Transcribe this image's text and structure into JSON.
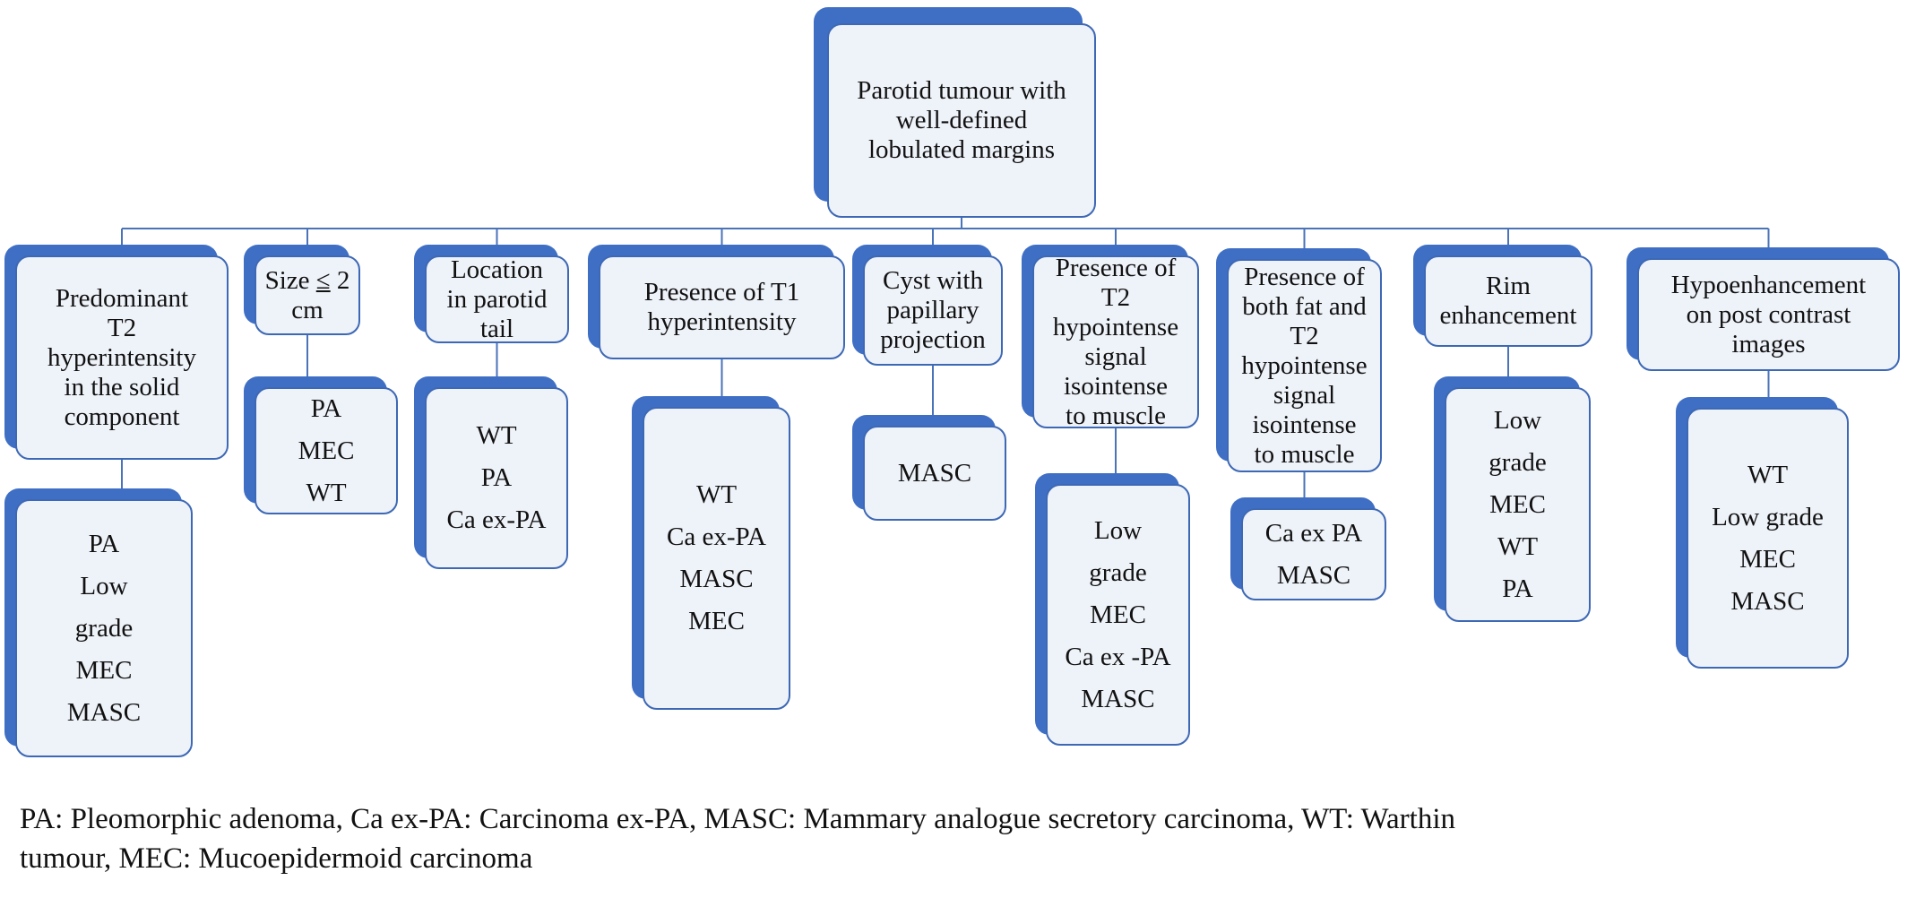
{
  "diagram": {
    "root": {
      "lines": [
        "Parotid tumour with",
        "well-defined",
        "lobulated margins"
      ]
    },
    "features": [
      {
        "id": "t2-hyper",
        "lines": [
          "Predominant",
          "T2",
          "hyperintensity",
          "in the solid",
          "component"
        ],
        "findings": [
          "PA",
          "Low grade MEC",
          "MASC"
        ],
        "finding_lines": [
          "PA",
          "Low",
          "grade",
          "MEC",
          "MASC"
        ]
      },
      {
        "id": "size",
        "lines": [
          "Size ≤ 2",
          "cm"
        ],
        "findings": [
          "PA",
          "MEC",
          "WT"
        ],
        "finding_lines": [
          "PA",
          "MEC",
          "WT"
        ]
      },
      {
        "id": "location",
        "lines": [
          "Location",
          "in parotid",
          "tail"
        ],
        "findings": [
          "WT",
          "PA",
          "Ca ex-PA"
        ],
        "finding_lines": [
          "WT",
          "PA",
          "Ca ex-PA"
        ]
      },
      {
        "id": "t1-hyper",
        "lines": [
          "Presence of T1",
          "hyperintensity"
        ],
        "findings": [
          "WT",
          "Ca ex-PA",
          "MASC",
          "MEC"
        ],
        "finding_lines": [
          "WT",
          "Ca ex-PA",
          "MASC",
          "MEC"
        ]
      },
      {
        "id": "cyst",
        "lines": [
          "Cyst with",
          "papillary",
          "projection"
        ],
        "findings": [
          "MASC"
        ],
        "finding_lines": [
          "MASC"
        ]
      },
      {
        "id": "t2-hypo",
        "lines": [
          "Presence of",
          "T2",
          "hypointense",
          "signal",
          "isointense",
          "to muscle"
        ],
        "findings": [
          "Low grade MEC",
          "Ca ex -PA",
          "MASC"
        ],
        "finding_lines": [
          "Low",
          "grade",
          "MEC",
          "Ca ex -PA",
          "MASC"
        ]
      },
      {
        "id": "fat-t2",
        "lines": [
          "Presence of",
          "both fat and",
          "T2",
          "hypointense",
          "signal",
          "isointense",
          "to muscle"
        ],
        "findings": [
          "Ca ex PA",
          "MASC"
        ],
        "finding_lines": [
          "Ca ex PA",
          "MASC"
        ]
      },
      {
        "id": "rim",
        "lines": [
          "Rim",
          "enhancement"
        ],
        "findings": [
          "Low grade MEC",
          "WT",
          "PA"
        ],
        "finding_lines": [
          "Low",
          "grade",
          "MEC",
          "WT",
          "PA"
        ]
      },
      {
        "id": "hypoenh",
        "lines": [
          "Hypoenhancement",
          "on post contrast",
          "images"
        ],
        "findings": [
          "WT",
          "Low grade MEC",
          "MASC"
        ],
        "finding_lines": [
          "WT",
          "Low grade",
          "MEC",
          "MASC"
        ]
      }
    ]
  },
  "legend": {
    "line1": "PA: Pleomorphic adenoma, Ca ex-PA: Carcinoma ex-PA, MASC: Mammary analogue secretory carcinoma, WT: Warthin",
    "line2": "tumour, MEC: Mucoepidermoid carcinoma"
  },
  "colors": {
    "shadow": "#3f6fc4",
    "border": "#3d68b5",
    "fill": "#eef2f9",
    "connector": "#4a73b8"
  }
}
